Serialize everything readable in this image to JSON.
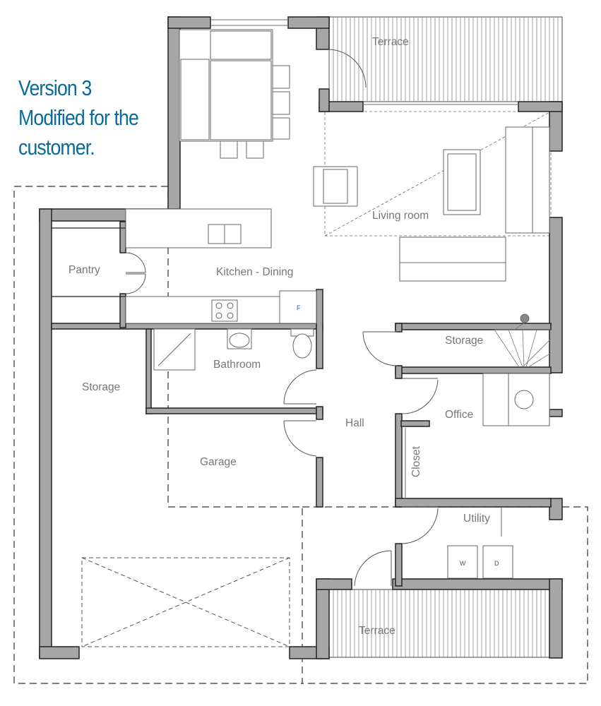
{
  "note": {
    "lines": [
      "Version 3",
      "Modified for the",
      "customer."
    ],
    "color": "#0a6a9a"
  },
  "rooms": {
    "terrace_top": "Terrace",
    "living_room": "Living room",
    "pantry": "Pantry",
    "kitchen_dining": "Kitchen - Dining",
    "fridge": "F",
    "bathroom": "Bathroom",
    "storage_left": "Storage",
    "storage_right": "Storage",
    "hall": "Hall",
    "office": "Office",
    "closet": "Closet",
    "garage": "Garage",
    "utility": "Utility",
    "washer": "W",
    "dryer": "D",
    "terrace_bottom": "Terrace"
  }
}
